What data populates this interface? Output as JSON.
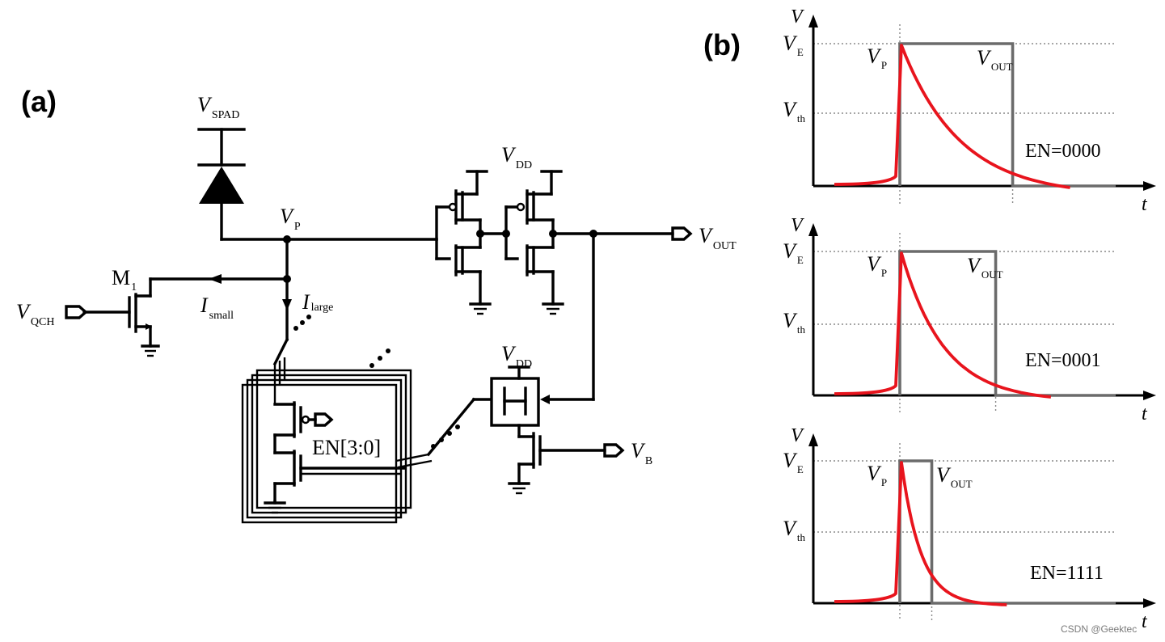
{
  "panels": {
    "a": "(a)",
    "b": "(b)"
  },
  "circuit": {
    "vspad": {
      "main": "V",
      "sub": "SPAD"
    },
    "vp": {
      "main": "V",
      "sub": "P"
    },
    "vdd": {
      "main": "V",
      "sub": "DD"
    },
    "vout": {
      "main": "V",
      "sub": "OUT"
    },
    "m1": {
      "main": "M",
      "sub": "1"
    },
    "vqch": {
      "main": "V",
      "sub": "QCH"
    },
    "ismall": {
      "main": "I",
      "sub": "small"
    },
    "ilarge": {
      "main": "I",
      "sub": "large"
    },
    "en_bus": "EN[3:0]",
    "vb": {
      "main": "V",
      "sub": "B"
    }
  },
  "waveforms": [
    {
      "en_label": "EN=0000",
      "pulse_end": 0.565,
      "decay": 0.72
    },
    {
      "en_label": "EN=0001",
      "pulse_end": 0.48,
      "decay": 0.88
    },
    {
      "en_label": "EN=1111",
      "pulse_end": 0.16,
      "decay": 1.35
    }
  ],
  "waveform_labels": {
    "axis_v": "V",
    "axis_t": "t",
    "ve": {
      "main": "V",
      "sub": "E"
    },
    "vth": {
      "main": "V",
      "sub": "th"
    },
    "vp": {
      "main": "V",
      "sub": "P"
    },
    "vout": {
      "main": "V",
      "sub": "OUT"
    }
  },
  "colors": {
    "vp_trace": "#e8141d",
    "vout_trace": "#6b6b6b"
  },
  "watermark": "CSDN @Geektec"
}
